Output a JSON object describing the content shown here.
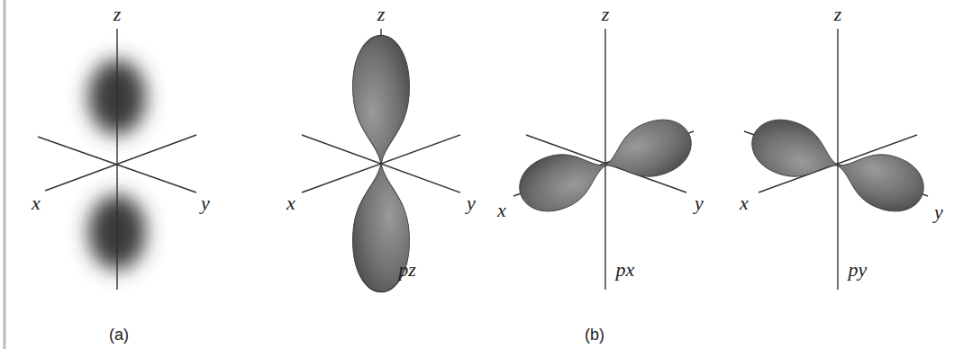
{
  "diagram": {
    "labels": [
      "z",
      "x",
      "y",
      "z",
      "x",
      "y",
      "pz",
      "z",
      "x",
      "y",
      "px",
      "z",
      "x",
      "y",
      "py",
      "(a)",
      "(b)"
    ]
  }
}
